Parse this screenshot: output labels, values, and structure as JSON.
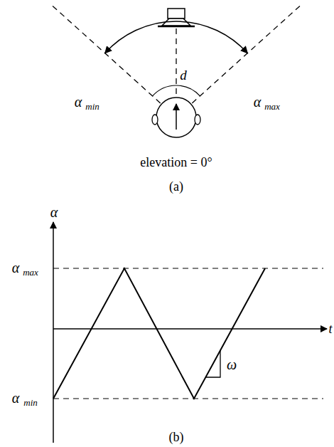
{
  "diagram": {
    "labels": [
      "d",
      "α",
      "min",
      "α",
      "max",
      "elevation = 0°",
      "(a)",
      "α",
      "α",
      "max",
      "α",
      "min",
      "t",
      "ω",
      "(b)"
    ]
  }
}
